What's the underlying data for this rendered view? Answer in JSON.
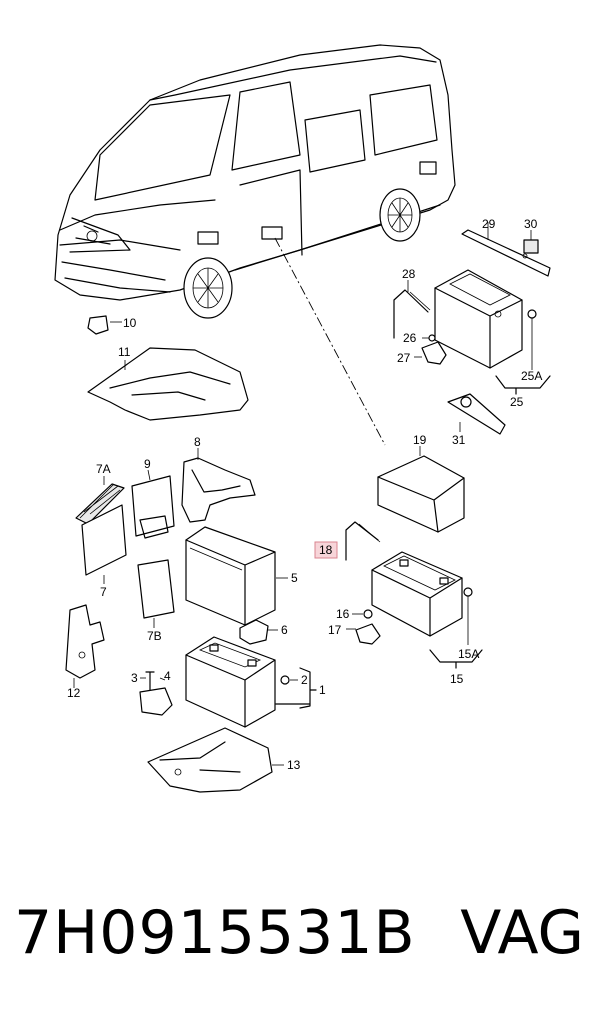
{
  "diagram": {
    "labels": {
      "l1": "1",
      "l2": "2",
      "l3": "3",
      "l4": "4",
      "l5": "5",
      "l6": "6",
      "l7": "7",
      "l7A": "7A",
      "l7B": "7B",
      "l8": "8",
      "l9": "9",
      "l10": "10",
      "l11": "11",
      "l12": "12",
      "l13": "13",
      "l15": "15",
      "l15A": "15A",
      "l16": "16",
      "l17": "17",
      "l18": "18",
      "l19": "19",
      "l25": "25",
      "l25A": "25A",
      "l26": "26",
      "l27": "27",
      "l28": "28",
      "l29": "29",
      "l30": "30",
      "l31": "31"
    },
    "highlighted_part": "18",
    "highlight_color": "#f7d5d9"
  },
  "footer": {
    "part_number": "7H0915531B",
    "brand": "VAG"
  }
}
